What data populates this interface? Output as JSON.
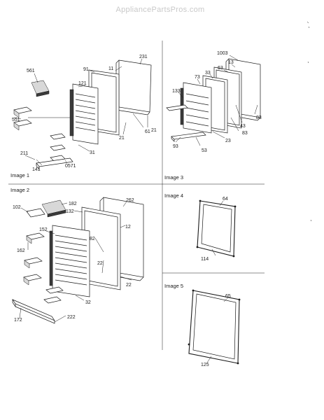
{
  "watermark": "AppliancePartsPros.com",
  "panels": [
    {
      "caption": "Image 1",
      "labels": [
        "561",
        "121",
        "91",
        "11",
        "231",
        "551",
        "61",
        "21",
        "21",
        "211",
        "31",
        "141",
        "0571"
      ]
    },
    {
      "caption": "Image 3",
      "labels": [
        "1003",
        "13",
        "63",
        "33",
        "73",
        "133",
        "43",
        "83",
        "83",
        "93",
        "23",
        "53"
      ]
    },
    {
      "caption": "Image 2",
      "labels": [
        "102",
        "182",
        "262",
        "132",
        "12",
        "152",
        "82",
        "162",
        "22",
        "22",
        "32",
        "172",
        "222"
      ]
    },
    {
      "caption": "Image 4",
      "labels": [
        "64",
        "114"
      ]
    },
    {
      "caption": "Image 5",
      "labels": [
        "65",
        "125"
      ]
    }
  ]
}
